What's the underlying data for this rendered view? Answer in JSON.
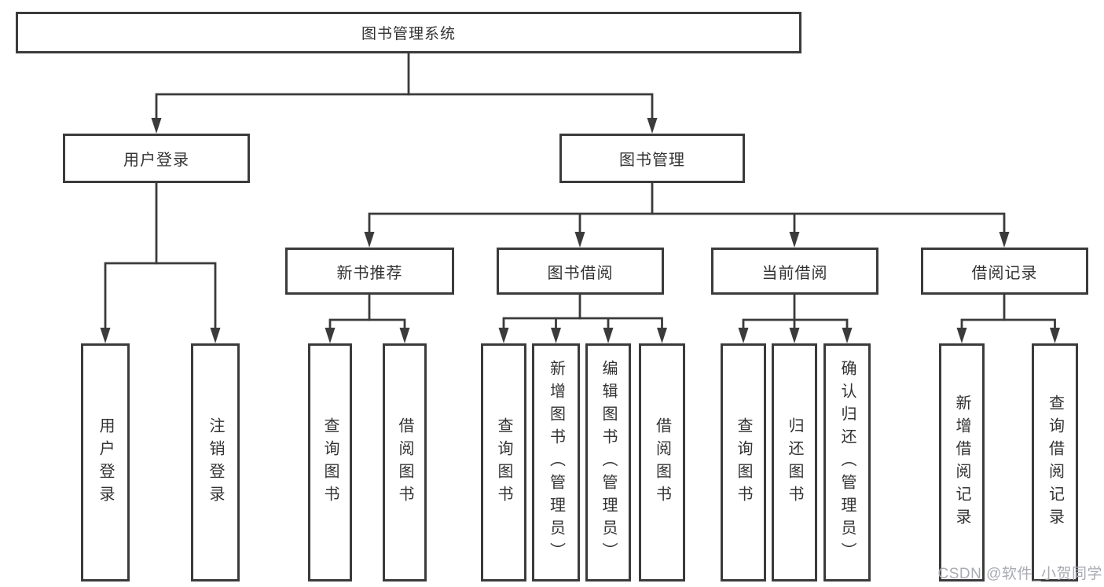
{
  "tree": {
    "label": "图书管理系统",
    "children": [
      {
        "label": "用户登录",
        "children": [
          {
            "label": "用户登录"
          },
          {
            "label": "注销登录"
          }
        ]
      },
      {
        "label": "图书管理",
        "children": [
          {
            "label": "新书推荐",
            "children": [
              {
                "label": "查询图书"
              },
              {
                "label": "借阅图书"
              }
            ]
          },
          {
            "label": "图书借阅",
            "children": [
              {
                "label": "查询图书"
              },
              {
                "label": "新增图书（管理员）"
              },
              {
                "label": "编辑图书（管理员）"
              },
              {
                "label": "借阅图书"
              }
            ]
          },
          {
            "label": "当前借阅",
            "children": [
              {
                "label": "查询图书"
              },
              {
                "label": "归还图书"
              },
              {
                "label": "确认归还（管理员）"
              }
            ]
          },
          {
            "label": "借阅记录",
            "children": [
              {
                "label": "新增借阅记录"
              },
              {
                "label": "查询借阅记录"
              }
            ]
          }
        ]
      }
    ]
  },
  "watermark": {
    "text": "CSDN @软件_小贺同学"
  },
  "colors": {
    "line": "#3b3b3b",
    "text": "#333333",
    "watermark": "#a9abb2",
    "background": "#ffffff"
  }
}
